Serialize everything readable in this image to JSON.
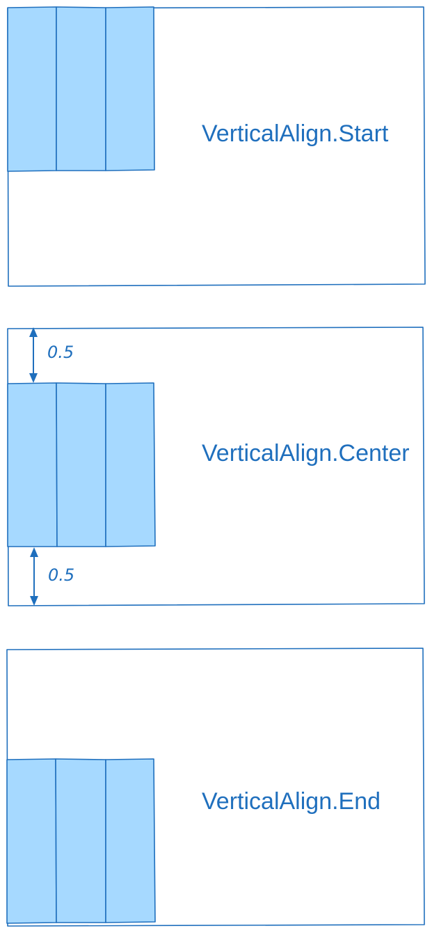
{
  "diagram": {
    "colors": {
      "stroke": "#1f6fbd",
      "cell_fill": "#a6d9ff",
      "text": "#1f6fbd",
      "background": "#ffffff"
    },
    "panels": [
      {
        "label": "VerticalAlign.Start",
        "alignment": "start",
        "cell_count": 3
      },
      {
        "label": "VerticalAlign.Center",
        "alignment": "center",
        "cell_count": 3,
        "top_gap_label": "0.5",
        "bottom_gap_label": "0.5"
      },
      {
        "label": "VerticalAlign.End",
        "alignment": "end",
        "cell_count": 3
      }
    ]
  }
}
